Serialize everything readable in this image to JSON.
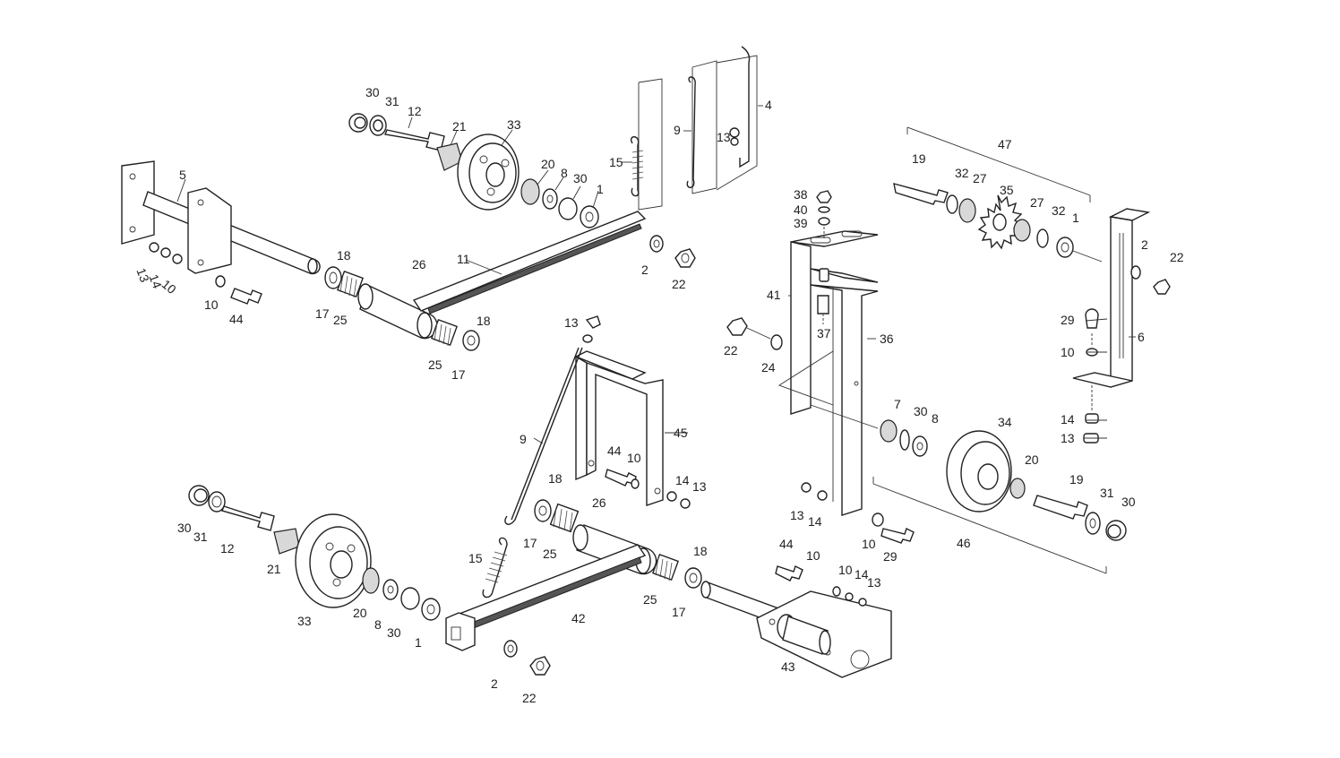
{
  "labels": {
    "l1": "1",
    "l2": "2",
    "l4": "4",
    "l5": "5",
    "l6": "6",
    "l7": "7",
    "l8": "8",
    "l9": "9",
    "l10": "10",
    "l11": "11",
    "l12": "12",
    "l13": "13",
    "l14": "14",
    "l15": "15",
    "l17": "17",
    "l18": "18",
    "l19": "19",
    "l20": "20",
    "l21": "21",
    "l22": "22",
    "l24": "24",
    "l25": "25",
    "l26": "26",
    "l27": "27",
    "l29": "29",
    "l30": "30",
    "l31": "31",
    "l32": "32",
    "l33": "33",
    "l34": "34",
    "l35": "35",
    "l36": "36",
    "l37": "37",
    "l38": "38",
    "l39": "39",
    "l40": "40",
    "l41": "41",
    "l42": "42",
    "l43": "43",
    "l44": "44",
    "l45": "45",
    "l46": "46",
    "l47": "47"
  }
}
